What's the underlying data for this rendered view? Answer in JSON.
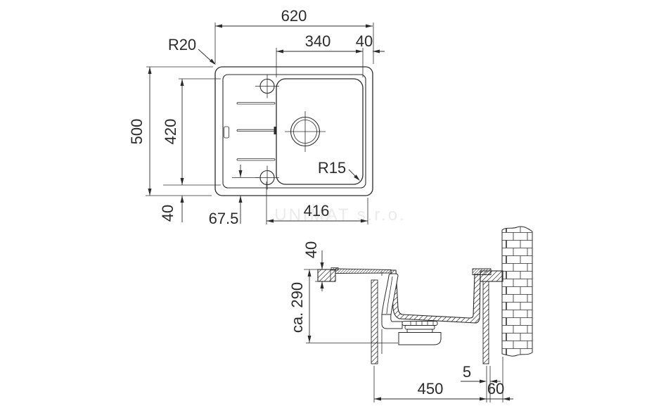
{
  "watermark": {
    "text": "UNIMAT s.r.o."
  },
  "colors": {
    "line": "#2b2b2b",
    "watermark": "#ebebeb",
    "background": "#ffffff"
  },
  "top_view": {
    "description": "sink plan view",
    "dimensions": {
      "overall_width": "620",
      "basin_width": "340",
      "edge_margin_right": "40",
      "overall_depth": "500",
      "inner_depth": "420",
      "edge_margin_bottom": "40",
      "tap_hole_offset": "67.5",
      "tap_to_edge": "416",
      "outer_corner_radius": "R20",
      "basin_corner_radius": "R15"
    }
  },
  "side_view": {
    "description": "sink section / installation view",
    "dimensions": {
      "countertop_thickness": "40",
      "depth_below_top": "ca. 290",
      "edge_overhang": "5",
      "cabinet_depth": "450",
      "wall_clearance": "60"
    }
  }
}
